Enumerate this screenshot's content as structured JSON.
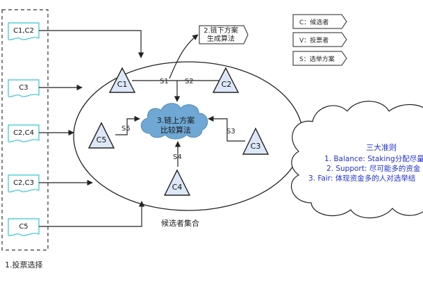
{
  "voting": {
    "docs": [
      "C1,C2",
      "C3",
      "C2,C4",
      "C2,C3",
      "C5"
    ],
    "caption": "1.投票选择"
  },
  "legend": [
    "C：候选者",
    "V：投票者",
    "S：选举方案"
  ],
  "offchain": {
    "line1": "2.链下方案",
    "line2": "生成算法"
  },
  "onchain": {
    "line1": "3.链上方案",
    "line2": "比较算法"
  },
  "candidates": [
    "C1",
    "C2",
    "C3",
    "C4",
    "C5"
  ],
  "schemes": [
    "S1",
    "S2",
    "S3",
    "S4",
    "S5"
  ],
  "set_label": "候选者集合",
  "principles": {
    "title": "三大准则",
    "items": [
      "1. Balance: Staking分配尽量",
      "2. Support: 尽可能多的资金",
      "3. Fair: 体现资金多的人对选举结"
    ]
  },
  "colors": {
    "triangle_fill": "#dce8f7",
    "cloud_fill": "#6fa8d4",
    "doc_stroke": "#38c3d6",
    "principles_text": "#2233cc",
    "stroke": "#222222"
  }
}
